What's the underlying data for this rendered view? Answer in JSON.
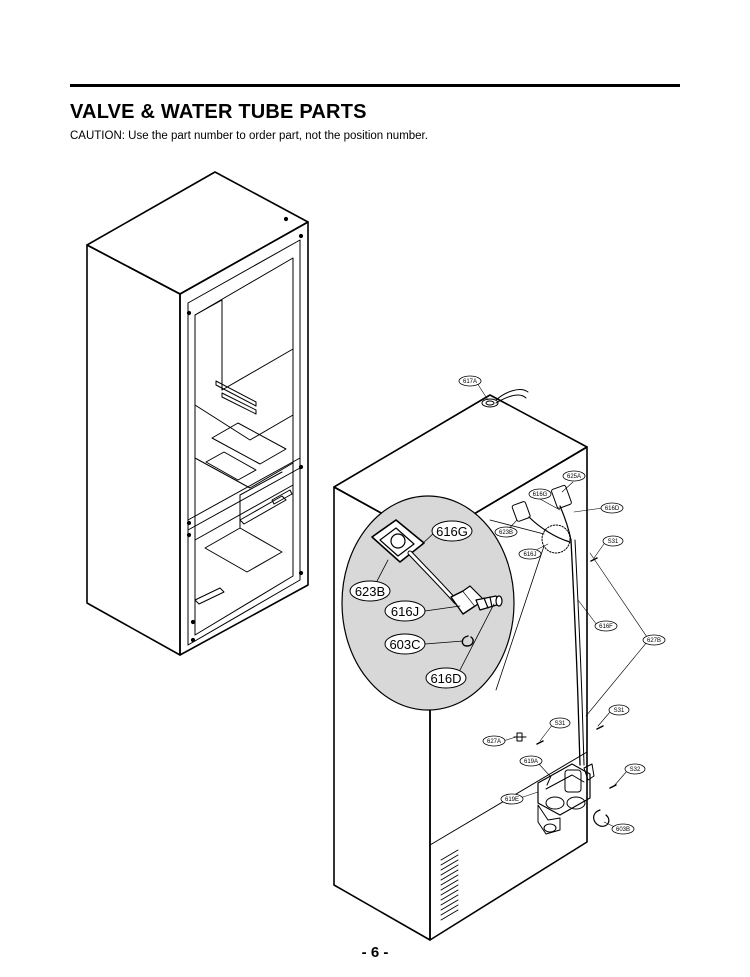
{
  "header": {
    "title": "VALVE & WATER TUBE PARTS",
    "caution": "CAUTION: Use the part number to order part, not the position number."
  },
  "callouts": {
    "c617A": "617A",
    "c625A": "625A",
    "c616G_small": "616G",
    "c616D_small": "616D",
    "c623B_small": "623B",
    "c616J_small": "616J",
    "cS31_a": "S31",
    "c616F": "616F",
    "c627B": "627B",
    "cS31_b": "S31",
    "cS31_c": "S31",
    "c627A": "627A",
    "c619A": "619A",
    "cS32": "S32",
    "c619E": "619E",
    "c603B": "603B",
    "detail_616G": "616G",
    "detail_623B": "623B",
    "detail_616J": "616J",
    "detail_603C": "603C",
    "detail_616D": "616D"
  },
  "footer": {
    "page_number": "- 6 -"
  }
}
